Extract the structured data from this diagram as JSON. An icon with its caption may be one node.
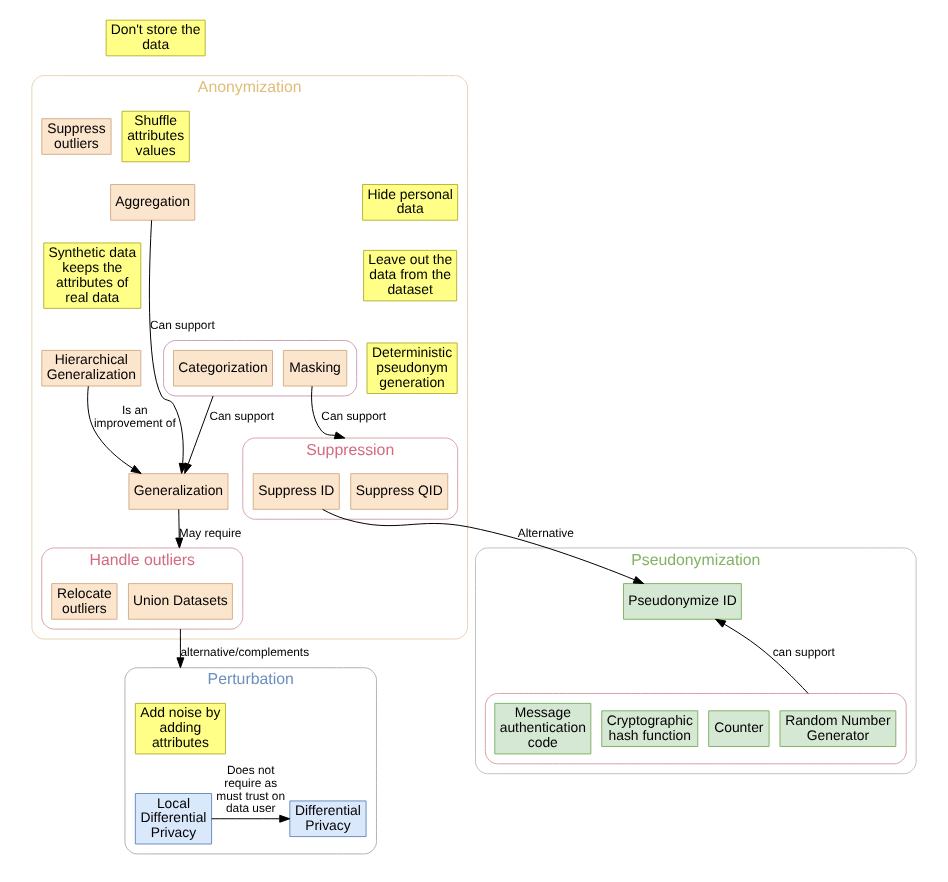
{
  "diagram": {
    "nodes": [
      {
        "text": [
          "Anonymization"
        ]
      },
      {
        "text": [
          "Don't store the data"
        ]
      },
      {
        "text": [
          "Shuffle attributes values"
        ],
        "in": 0
      },
      {
        "text": [],
        "shape": "ellipse",
        "in": 0
      },
      {
        "text": [
          "Categorization"
        ],
        "in": 3
      },
      {
        "text": [
          "Masking"
        ],
        "in": 3
      },
      {
        "text": [
          "Hide personal data"
        ],
        "in": 0
      },
      {
        "text": [
          "Aggregation"
        ],
        "in": 0
      },
      {
        "text": [
          "Leave out the data from the dataset"
        ],
        "in": 0
      },
      {
        "text": [
          "Synthetic data keeps the attributes of real data"
        ],
        "in": 0
      },
      {
        "text": [
          "Generalization"
        ],
        "in": 0
      },
      {
        "text": [
          "Hierarchical Generalization"
        ],
        "in": 0
      },
      {
        "text": [
          "Deterministic pseudonym generation"
        ],
        "in": 0
      },
      {
        "text": [
          "Handle outliers"
        ],
        "in": 0
      },
      {
        "text": [
          "Suppression"
        ],
        "in": 0
      },
      {
        "text": [
          "Union Datasets"
        ],
        "in": 13
      },
      {
        "text": [
          "Relocate outliers"
        ],
        "in": 13
      },
      {
        "text": [
          "Suppress outliers"
        ],
        "in": 0
      },
      {
        "text": [
          "Suppress QID"
        ],
        "in": 14
      },
      {
        "text": [
          "Suppress ID"
        ],
        "in": 14
      },
      {
        "text": [
          "Perturbation"
        ]
      },
      {
        "text": [
          "Add noise by adding attributes"
        ],
        "in": 20
      },
      {
        "text": [
          "Local Differential Privacy"
        ],
        "in": 20
      },
      {
        "text": [
          "Differential Privacy"
        ],
        "in": 20
      },
      {
        "text": [
          "Pseudonymization"
        ]
      },
      {
        "text": [
          "Pseudonymize ID"
        ],
        "in": 24
      },
      {
        "text": [],
        "shape": "ellipse",
        "in": 24
      },
      {
        "text": [
          "Random Number Generator"
        ],
        "in": 26
      },
      {
        "text": [
          "Counter"
        ],
        "in": 26
      },
      {
        "text": [
          "Cryptographic hash function"
        ],
        "in": 26
      },
      {
        "text": [
          "Message authentication code"
        ],
        "in": 26
      }
    ],
    "edges": [
      {
        "from": 3,
        "to": 10,
        "arrow": "to",
        "label": "Can support"
      },
      {
        "from": 7,
        "to": 10,
        "arrow": "to",
        "label": "Can support"
      },
      {
        "from": 11,
        "to": 10,
        "arrow": "to",
        "label": "Is an improvement of"
      },
      {
        "from": 10,
        "to": 13,
        "arrow": "to",
        "label": "May require"
      },
      {
        "from": 5,
        "to": 14,
        "arrow": "to",
        "label": "Can support"
      },
      {
        "from": 13,
        "to": 20,
        "arrow": "to",
        "label": "alternative/complements"
      },
      {
        "from": 19,
        "to": 25,
        "arrow": "to",
        "label": "Alternative"
      },
      {
        "from": 22,
        "to": 23,
        "arrow": "to",
        "label": "Does not require as must trust on data user"
      },
      {
        "from": 26,
        "to": 25,
        "arrow": "to",
        "label": "can support"
      }
    ]
  }
}
